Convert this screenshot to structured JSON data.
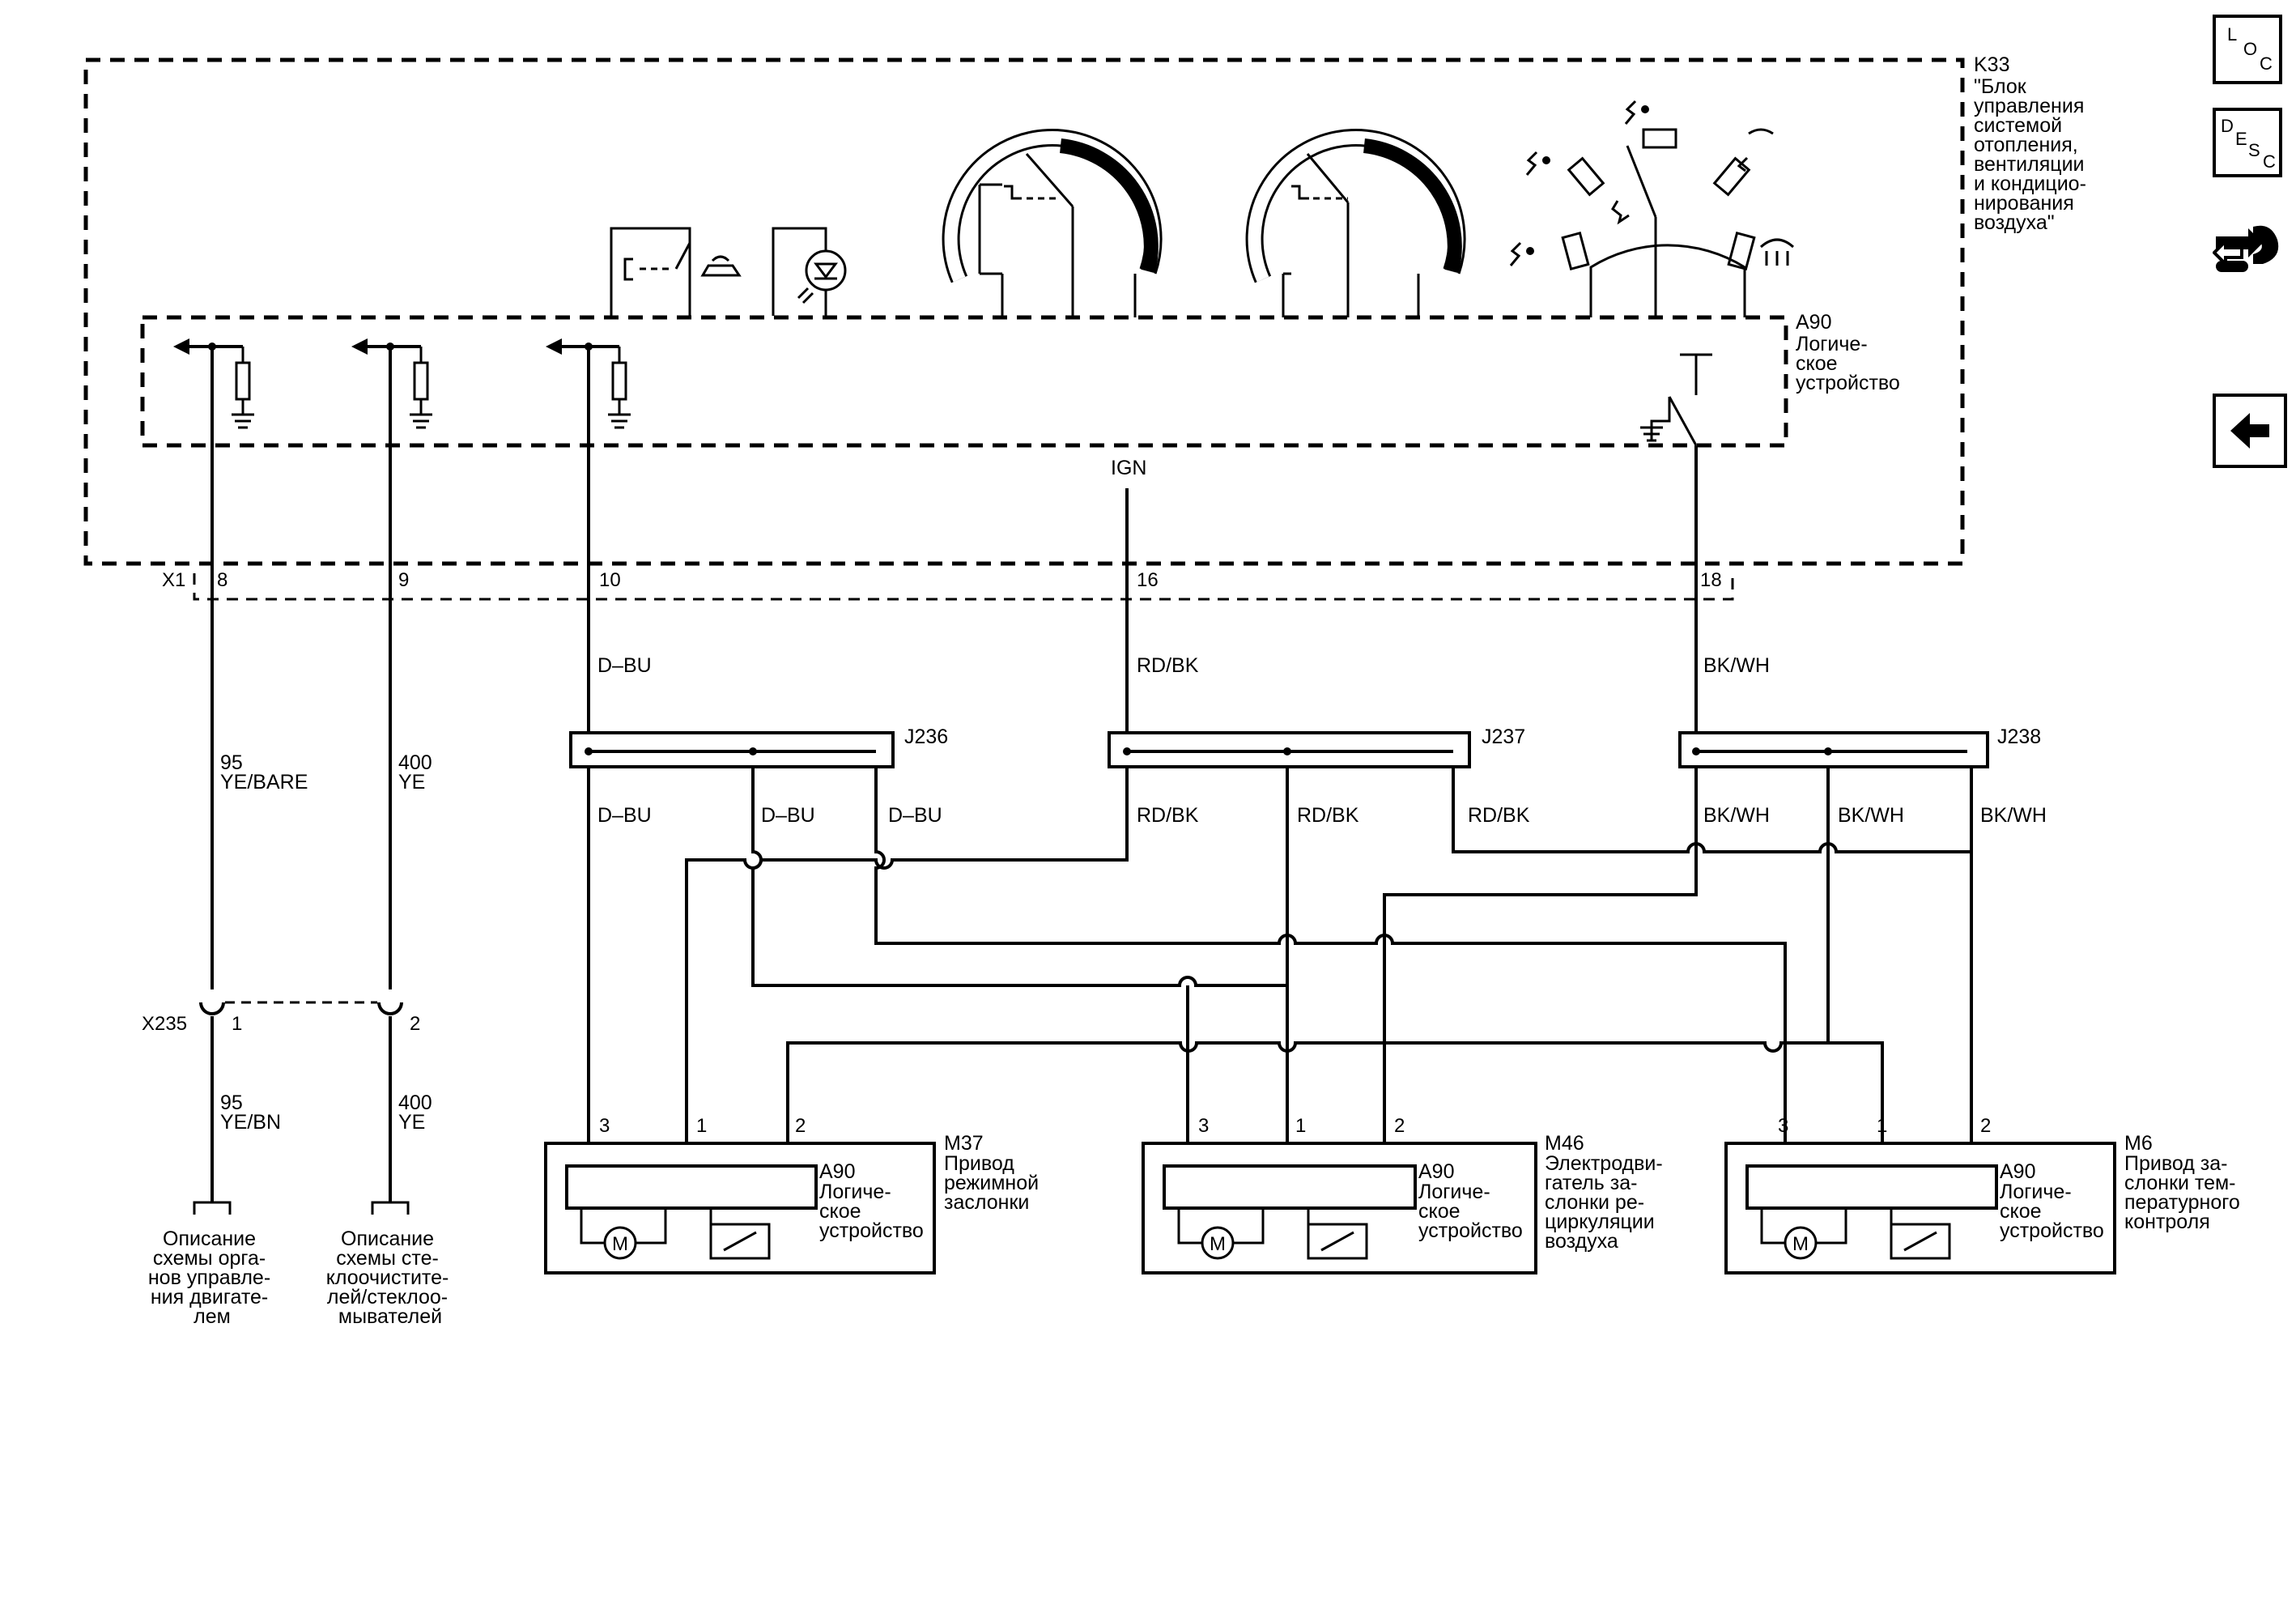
{
  "modules": {
    "k33": {
      "ref": "K33",
      "lines": [
        "\"Блок",
        "управления",
        "системой",
        "отопления,",
        "вентиляции",
        "и кондицио-",
        "нирования",
        "воздуха\""
      ]
    },
    "a90_main": {
      "ref": "A90",
      "lines": [
        "Логиче-",
        "ское",
        "устройство"
      ]
    },
    "ign": "IGN"
  },
  "connectors": {
    "x1": {
      "ref": "X1",
      "pins": [
        "8",
        "9",
        "10",
        "16",
        "18"
      ]
    },
    "x235": {
      "ref": "X235",
      "pins": [
        "1",
        "2"
      ]
    }
  },
  "wires": {
    "w8": {
      "gauge": "95",
      "color": "YE/BARE"
    },
    "w9": {
      "gauge": "400",
      "color": "YE"
    },
    "w10": "D–BU",
    "w16": "RD/BK",
    "w18": "BK/WH",
    "w8b": {
      "gauge": "95",
      "color": "YE/BN"
    },
    "w9b": {
      "gauge": "400",
      "color": "YE"
    }
  },
  "splices": {
    "j236": {
      "ref": "J236",
      "branches": [
        "D–BU",
        "D–BU",
        "D–BU"
      ]
    },
    "j237": {
      "ref": "J237",
      "branches": [
        "RD/BK",
        "RD/BK",
        "RD/BK"
      ]
    },
    "j238": {
      "ref": "J238",
      "branches": [
        "BK/WH",
        "BK/WH",
        "BK/WH"
      ]
    }
  },
  "actuators": [
    {
      "ref": "M37",
      "lines": [
        "Привод",
        "режимной",
        "заслонки"
      ],
      "pins": [
        "3",
        "1",
        "2"
      ],
      "logic": {
        "ref": "A90",
        "lines": [
          "Логиче-",
          "ское",
          "устройство"
        ]
      },
      "motor": "M"
    },
    {
      "ref": "M46",
      "lines": [
        "Электродви-",
        "гатель за-",
        "слонки ре-",
        "циркуляции",
        "воздуха"
      ],
      "pins": [
        "3",
        "1",
        "2"
      ],
      "logic": {
        "ref": "A90",
        "lines": [
          "Логиче-",
          "ское",
          "устройство"
        ]
      },
      "motor": "M"
    },
    {
      "ref": "M6",
      "lines": [
        "Привод за-",
        "слонки тем-",
        "пературного",
        "контроля"
      ],
      "pins": [
        "3",
        "1",
        "2"
      ],
      "logic": {
        "ref": "A90",
        "lines": [
          "Логиче-",
          "ское",
          "устройство"
        ]
      },
      "motor": "M"
    }
  ],
  "references": {
    "engine": [
      "Описание",
      "схемы орга-",
      "нов управле-",
      "ния двигате-",
      "лем"
    ],
    "wiper": [
      "Описание",
      "схемы сте-",
      "клоочистите-",
      "лей/стеклоо-",
      "мывателей"
    ]
  },
  "nav": {
    "loc": {
      "icon": "loc-icon",
      "letters": [
        "L",
        "O",
        "C"
      ]
    },
    "desc": {
      "icon": "desc-icon",
      "letters": [
        "D",
        "E",
        "S",
        "C"
      ]
    },
    "tools": {
      "icon": "tools-icon"
    },
    "back": {
      "icon": "back-arrow-icon"
    }
  }
}
